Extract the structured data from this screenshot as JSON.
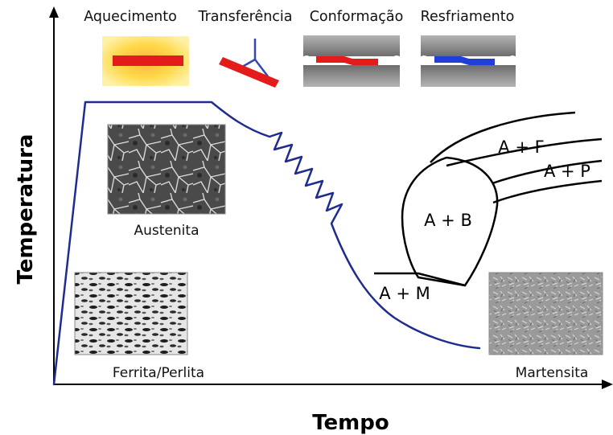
{
  "stages": [
    {
      "label": "Aquecimento",
      "colors": {
        "bar": "#e41b1b",
        "glow": "#ffd23a"
      }
    },
    {
      "label": "Transferência",
      "colors": {
        "bar": "#e41b1b",
        "arm": "#3447b3"
      }
    },
    {
      "label": "Conformação",
      "colors": {
        "bar": "#e41b1b",
        "die": "#707070"
      }
    },
    {
      "label": "Resfriamento",
      "colors": {
        "bar": "#1f3fd8",
        "die": "#707070"
      }
    }
  ],
  "axes": {
    "x_label": "Tempo",
    "y_label": "Temperatura"
  },
  "phase_regions": {
    "a_f": "A + F",
    "a_p": "A + P",
    "a_b": "A + B",
    "a_m": "A + M"
  },
  "micrographs": {
    "austenita": "Austenita",
    "ferrita_perlita": "Ferrita/Perlita",
    "martensita": "Martensita"
  },
  "colors": {
    "cooling_curve": "#1f2c8f",
    "phase_boundaries": "#000000",
    "axes": "#000000"
  }
}
